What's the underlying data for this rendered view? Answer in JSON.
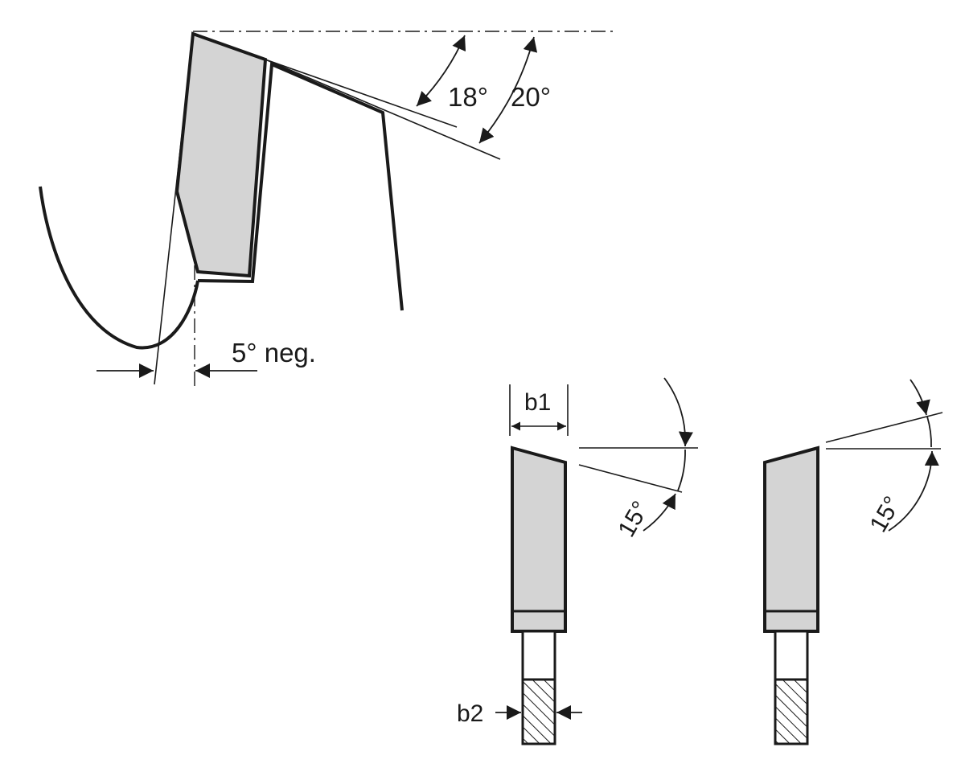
{
  "colors": {
    "line": "#1a1a1a",
    "fill": "#d4d4d4",
    "background": "#ffffff"
  },
  "labels": {
    "angle_18": "18°",
    "angle_20": "20°",
    "angle_5_neg": "5° neg.",
    "b1": "b1",
    "b2": "b2",
    "angle_15_left": "15°",
    "angle_15_right": "15°"
  }
}
